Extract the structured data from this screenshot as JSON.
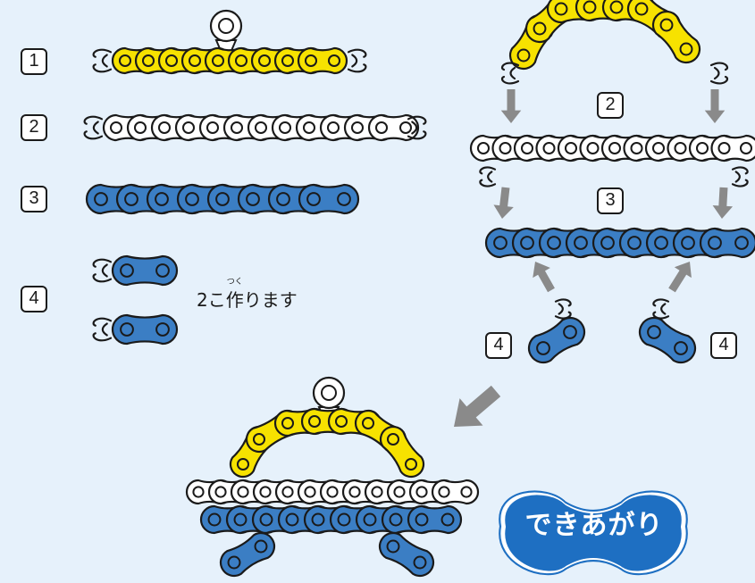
{
  "steps": {
    "s1": "1",
    "s2": "2",
    "s3": "3",
    "s4": "4"
  },
  "note": {
    "prefix": "2こ",
    "kanji": "作",
    "ruby": "つく",
    "suffix": "ります"
  },
  "badge": {
    "label": "できあがり"
  },
  "colors": {
    "background": "#e6f1fb",
    "yellow": "#f7e200",
    "white": "#ffffff",
    "blue": "#3b7ec4",
    "arrow": "#8a8a8a",
    "outline": "#1a1a1a",
    "badge": "#1e6fc2"
  }
}
